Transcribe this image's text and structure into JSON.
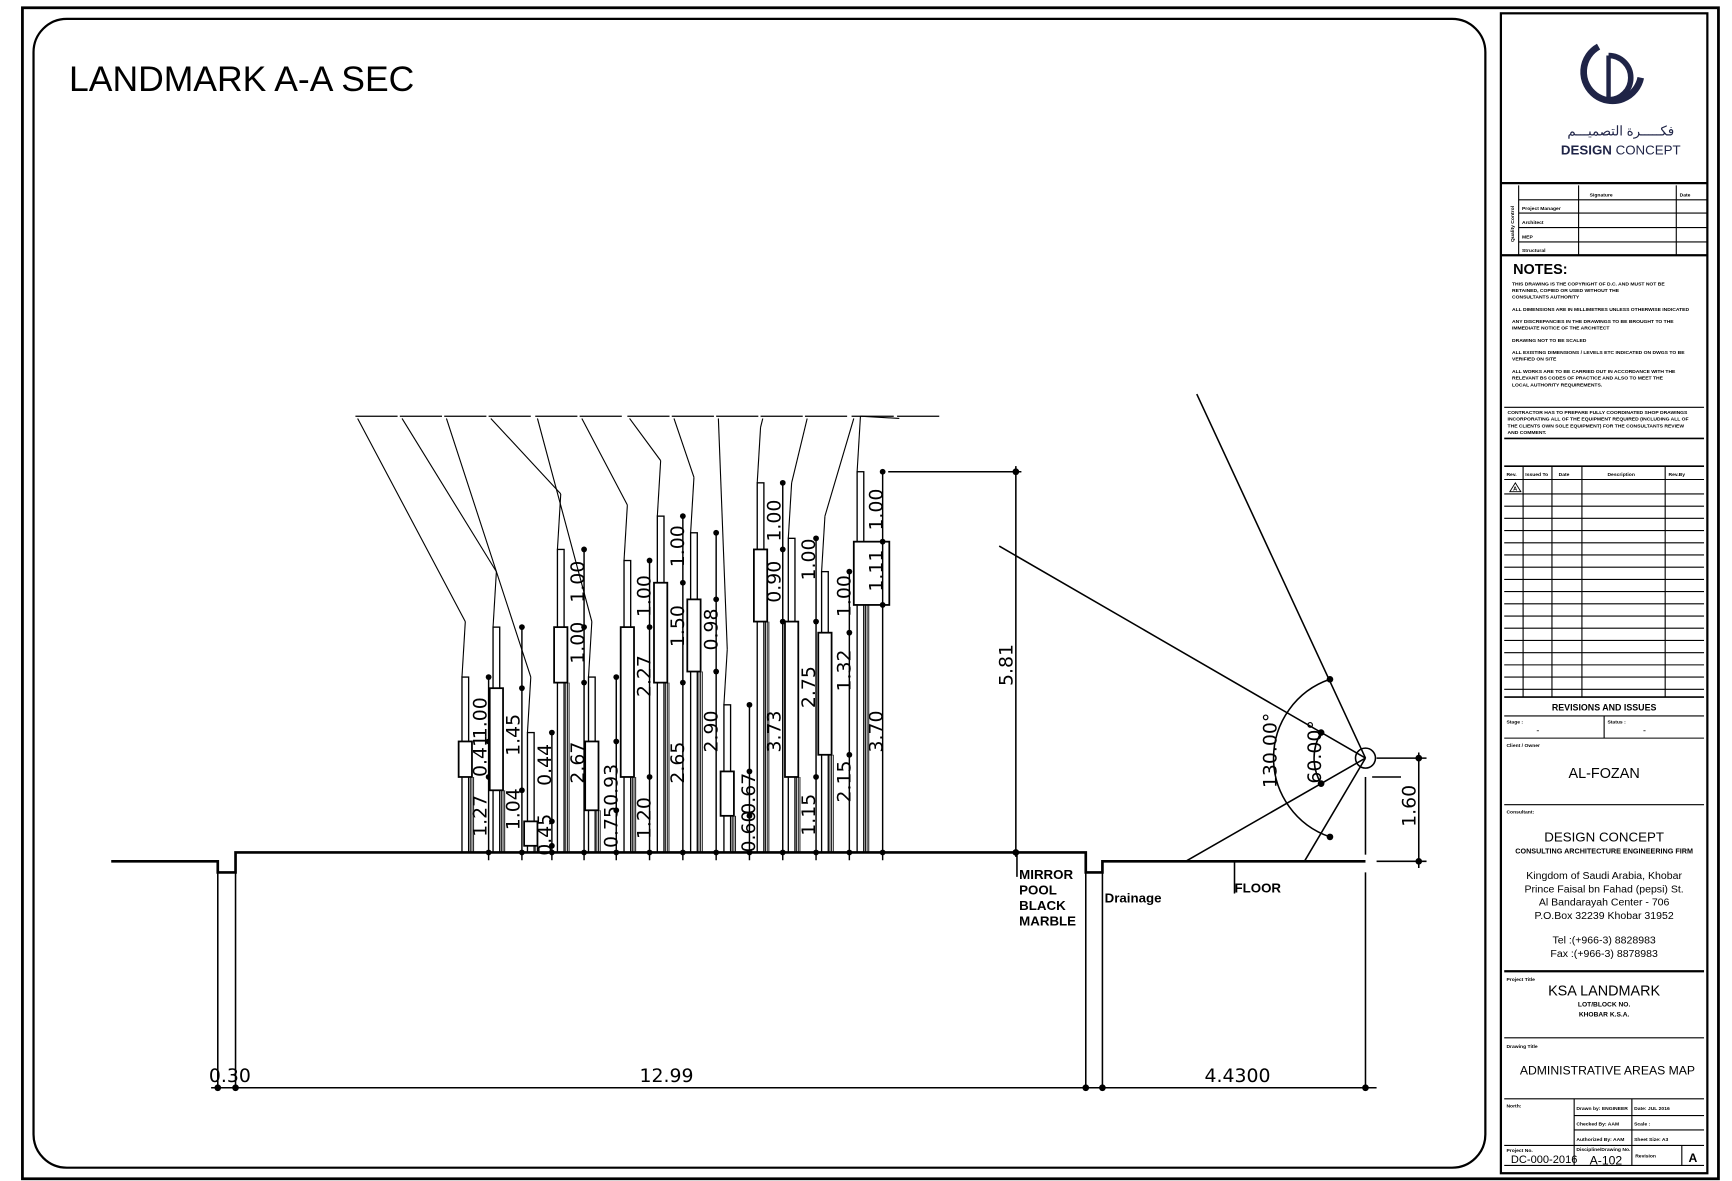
{
  "drawing": {
    "title": "LANDMARK A-A SEC",
    "columns": [
      {
        "labels": [
          "1.00",
          "0.41",
          "1.27"
        ]
      },
      {
        "labels": [
          "1.45",
          "1.04"
        ]
      },
      {
        "labels": [
          "0.44",
          "0.45"
        ]
      },
      {
        "labels": [
          "1.00",
          "1.00",
          "2.67"
        ]
      },
      {
        "labels": [
          "0.93",
          "0.75"
        ]
      },
      {
        "labels": [
          "1.00",
          "2.27",
          "1.20"
        ]
      },
      {
        "labels": [
          "1.00",
          "1.50",
          "2.65"
        ]
      },
      {
        "labels": [
          "0.98",
          "2.90"
        ]
      },
      {
        "labels": [
          "0.67",
          "0.60"
        ]
      },
      {
        "labels": [
          "1.00",
          "0.90",
          "3.73"
        ]
      },
      {
        "labels": [
          "1.00",
          "2.75",
          "1.15"
        ]
      },
      {
        "labels": [
          "1.00",
          "1.32",
          "2.15"
        ]
      },
      {
        "labels": [
          "1.00",
          "1.11",
          "3.70"
        ]
      }
    ],
    "overall_height": "5.81",
    "angle_outer": "130.00°",
    "angle_inner": "60.00°",
    "light_height": "1.60",
    "bottom_dims": [
      "0.30",
      "12.99",
      "4.4300"
    ],
    "notes_pool": [
      "MIRROR",
      "POOL",
      "BLACK",
      "MARBLE"
    ],
    "drainage": "Drainage",
    "floor": "FLOOR"
  },
  "title_block": {
    "logo_arabic": "فكـــــرة التصميـــم",
    "logo_bold": "DESIGN",
    "logo_light": "CONCEPT",
    "quality": {
      "side_label": "Quality Control",
      "headers": [
        "Signature",
        "Date"
      ],
      "rows": [
        "Project Manager",
        "Architect",
        "MEP",
        "Structural"
      ]
    },
    "notes_title": "NOTES:",
    "notes": [
      "THIS DRAWING IS THE COPYRIGHT OF D.C. AND MUST NOT BE",
      "RETAINED, COPIED OR USED WITHOUT THE",
      "CONSULTANTS AUTHORITY",
      "ALL DIMENSIONS ARE IN MILLIMETRES UNLESS OTHERWISE INDICATED",
      "ANY DISCREPANCIES IN THE DRAWINGS TO BE BROUGHT TO THE",
      "IMMEDIATE NOTICE OF THE ARCHITECT",
      "DRAWING NOT TO BE SCALED",
      "ALL EXISTING DIMENSIONS / LEVELS ETC INDICATED ON DWGS TO BE",
      "VERIFIED ON SITE",
      "ALL WORKS ARE TO BE CARRIED OUT IN ACCORDANCE WITH THE",
      "RELEVANT BS CODES OF PRACTICE AND ALSO TO MEET THE",
      "LOCAL AUTHORITY REQUIREMENTS."
    ],
    "contractor_note": [
      "CONTRACTOR HAS TO PREPARE FULLY COORDINATED SHOP DRAWINGS",
      "INCORPORATING ALL OF THE EQUIPMENT REQUIRED (INCLUDING ALL OF",
      "THE CLIENTS OWN SOLE EQUIPMENT) FOR THE CONSULTANTS REVIEW",
      "AND COMMENT."
    ],
    "revision_headers": [
      "Rev.",
      "Issued To",
      "Date",
      "Description",
      "Rev.By"
    ],
    "revision_mark": "A",
    "revisions_title": "REVISIONS AND ISSUES",
    "stage_label": "Stage :",
    "stage_value": "-",
    "status_label": "Status :",
    "status_value": "-",
    "client_label": "Client / Owner",
    "client": "AL-FOZAN",
    "consultant_label": "Consultant:",
    "consultant_name": "DESIGN CONCEPT",
    "consultant_sub": "CONSULTING ARCHITECTURE ENGINEERING FIRM",
    "address": [
      "Kingdom of Saudi Arabia, Khobar",
      "Prince Faisal bn Fahad (pepsi) St.",
      "Al Bandarayah Center - 706",
      "P.O.Box 32239 Khobar 31952"
    ],
    "tel": "Tel :(+966-3) 8828983",
    "fax": "Fax :(+966-3) 8878983",
    "project_label": "Project Title",
    "project": "KSA LANDMARK",
    "project_lot": "LOT/BLOCK NO.",
    "project_loc": "KHOBAR K.S.A.",
    "drawing_label": "Drawing Title",
    "drawing_title": "ADMINISTRATIVE AREAS MAP",
    "north_label": "North:",
    "drawn_by": "Drawn by: ENGINEER",
    "date": "Date: JUL 2016",
    "checked_by": "Checked By: AAM",
    "scale": "Scale :",
    "authorized_by": "Authorized By: AAM",
    "sheet_size": "Sheet Size: A3",
    "project_no_label": "Project No.",
    "project_no": "DC-000-2016",
    "drawing_no_label": "Discipline/Drawing No.",
    "drawing_no": "A-102",
    "revision_label": "Revision",
    "revision": "A"
  }
}
